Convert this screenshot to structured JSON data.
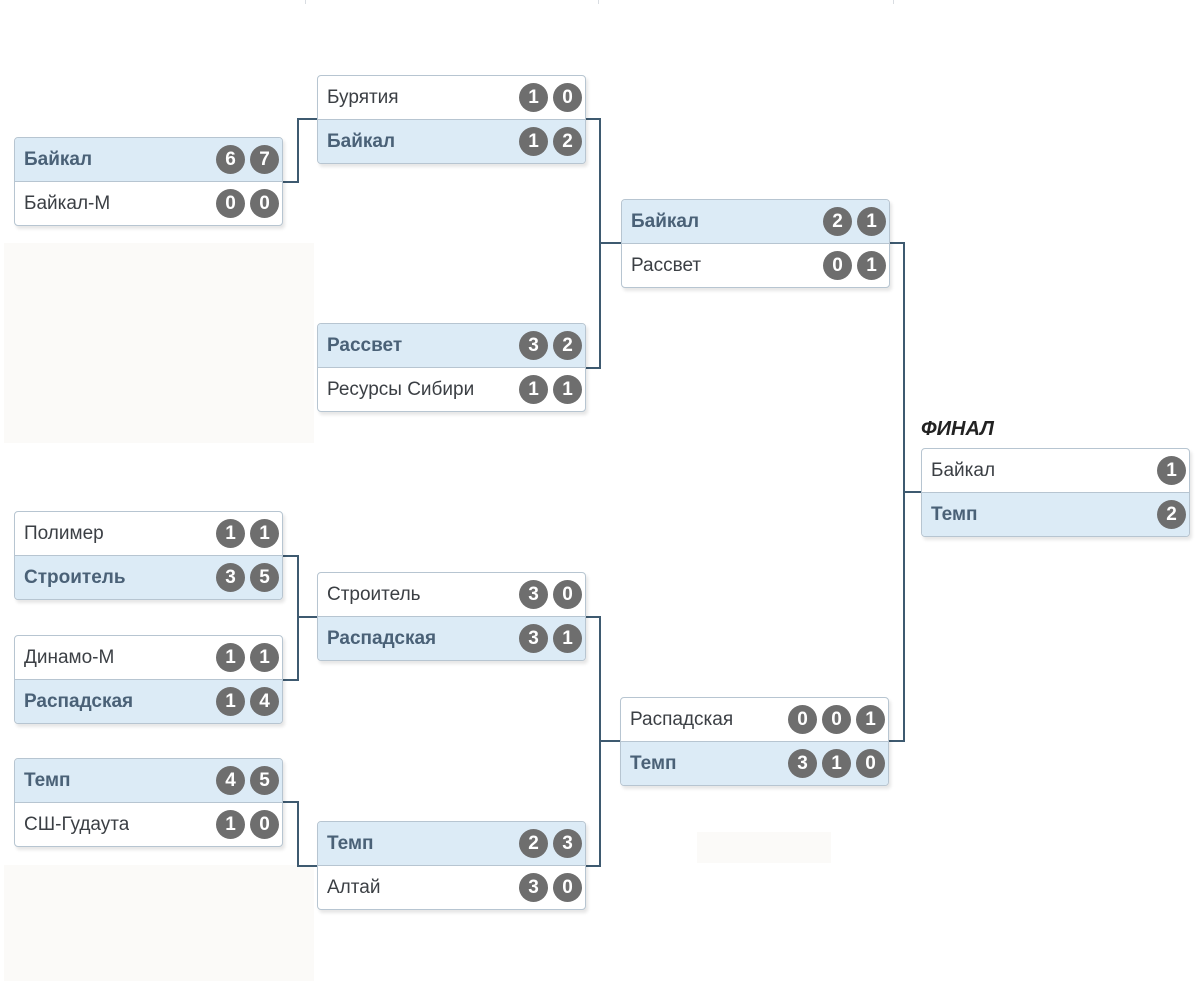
{
  "final_title": "ФИНАЛ",
  "round1": [
    {
      "teams": [
        {
          "name": "Байкал",
          "scores": [
            "6",
            "7"
          ],
          "winner": true
        },
        {
          "name": "Байкал-М",
          "scores": [
            "0",
            "0"
          ],
          "winner": false
        }
      ]
    },
    {
      "teams": [
        {
          "name": "Полимер",
          "scores": [
            "1",
            "1"
          ],
          "winner": false
        },
        {
          "name": "Строитель",
          "scores": [
            "3",
            "5"
          ],
          "winner": true
        }
      ]
    },
    {
      "teams": [
        {
          "name": "Динамо-М",
          "scores": [
            "1",
            "1"
          ],
          "winner": false
        },
        {
          "name": "Распадская",
          "scores": [
            "1",
            "4"
          ],
          "winner": true
        }
      ]
    },
    {
      "teams": [
        {
          "name": "Темп",
          "scores": [
            "4",
            "5"
          ],
          "winner": true
        },
        {
          "name": "СШ-Гудаута",
          "scores": [
            "1",
            "0"
          ],
          "winner": false
        }
      ]
    }
  ],
  "quarterfinals": [
    {
      "teams": [
        {
          "name": "Бурятия",
          "scores": [
            "1",
            "0"
          ],
          "winner": false
        },
        {
          "name": "Байкал",
          "scores": [
            "1",
            "2"
          ],
          "winner": true
        }
      ]
    },
    {
      "teams": [
        {
          "name": "Рассвет",
          "scores": [
            "3",
            "2"
          ],
          "winner": true
        },
        {
          "name": "Ресурсы Сибири",
          "scores": [
            "1",
            "1"
          ],
          "winner": false
        }
      ]
    },
    {
      "teams": [
        {
          "name": "Строитель",
          "scores": [
            "3",
            "0"
          ],
          "winner": false
        },
        {
          "name": "Распадская",
          "scores": [
            "3",
            "1"
          ],
          "winner": true
        }
      ]
    },
    {
      "teams": [
        {
          "name": "Темп",
          "scores": [
            "2",
            "3"
          ],
          "winner": true
        },
        {
          "name": "Алтай",
          "scores": [
            "3",
            "0"
          ],
          "winner": false
        }
      ]
    }
  ],
  "semifinals": [
    {
      "teams": [
        {
          "name": "Байкал",
          "scores": [
            "2",
            "1"
          ],
          "winner": true
        },
        {
          "name": "Рассвет",
          "scores": [
            "0",
            "1"
          ],
          "winner": false
        }
      ]
    },
    {
      "teams": [
        {
          "name": "Распадская",
          "scores": [
            "0",
            "0",
            "1"
          ],
          "winner": false
        },
        {
          "name": "Темп",
          "scores": [
            "3",
            "1",
            "0"
          ],
          "winner": true
        }
      ]
    }
  ],
  "final": [
    {
      "teams": [
        {
          "name": "Байкал",
          "scores": [
            "1"
          ],
          "winner": false
        },
        {
          "name": "Темп",
          "scores": [
            "2"
          ],
          "winner": true
        }
      ]
    }
  ]
}
